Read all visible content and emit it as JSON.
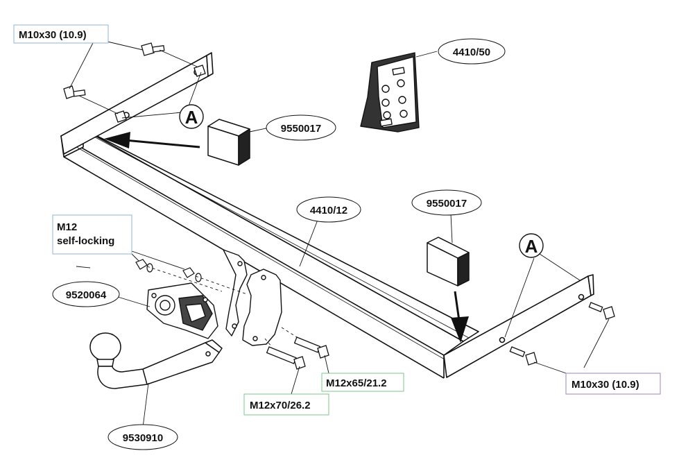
{
  "labels": {
    "bolt_top_left": "M10x30 (10.9)",
    "bolt_bottom_right": "M10x30 (10.9)",
    "bracket_kit": "4410/50",
    "part_9550017_top": "9550017",
    "part_9550017_right": "9550017",
    "main_crossbar": "4410/12",
    "nut_spec_line1": "M12",
    "nut_spec_line2": "self-locking",
    "socket_plate": "9520064",
    "ball_neck": "9530910",
    "bolt_m12x65": "M12x65/21.2",
    "bolt_m12x70": "M12x70/26.2",
    "detail_marker_left": "A",
    "detail_marker_right": "A"
  },
  "colors": {
    "line": "#111111",
    "box_border_blue": "#8fb4d8",
    "box_border_green": "#7bc48a",
    "box_border_purple": "#9a86c0"
  }
}
